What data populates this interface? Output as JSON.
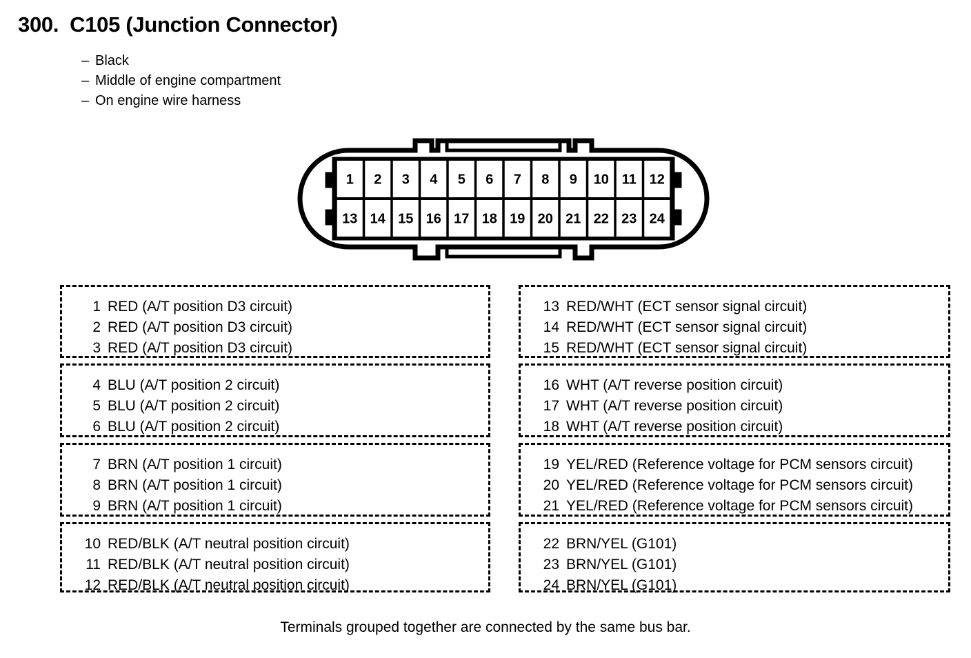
{
  "header": {
    "number": "300.",
    "title": "C105 (Junction Connector)",
    "bullets": [
      "Black",
      "Middle of engine compartment",
      "On engine wire harness"
    ],
    "dash": "–"
  },
  "connector": {
    "name": "24-pin junction connector diagram",
    "rows": [
      [
        "1",
        "2",
        "3",
        "4",
        "5",
        "6",
        "7",
        "8",
        "9",
        "10",
        "11",
        "12"
      ],
      [
        "13",
        "14",
        "15",
        "16",
        "17",
        "18",
        "19",
        "20",
        "21",
        "22",
        "23",
        "24"
      ]
    ]
  },
  "pin_groups": {
    "left": [
      {
        "group_id": "group-1-3",
        "pins": [
          {
            "num": "1",
            "desc": "RED (A/T position D3 circuit)"
          },
          {
            "num": "2",
            "desc": "RED (A/T position D3 circuit)"
          },
          {
            "num": "3",
            "desc": "RED (A/T position D3 circuit)"
          }
        ]
      },
      {
        "group_id": "group-4-6",
        "pins": [
          {
            "num": "4",
            "desc": "BLU (A/T position 2 circuit)"
          },
          {
            "num": "5",
            "desc": "BLU (A/T position 2 circuit)"
          },
          {
            "num": "6",
            "desc": "BLU (A/T position 2 circuit)"
          }
        ]
      },
      {
        "group_id": "group-7-9",
        "pins": [
          {
            "num": "7",
            "desc": "BRN (A/T position 1 circuit)"
          },
          {
            "num": "8",
            "desc": "BRN (A/T position 1 circuit)"
          },
          {
            "num": "9",
            "desc": "BRN (A/T position 1 circuit)"
          }
        ]
      },
      {
        "group_id": "group-10-12",
        "pins": [
          {
            "num": "10",
            "desc": "RED/BLK (A/T neutral position circuit)"
          },
          {
            "num": "11",
            "desc": "RED/BLK (A/T neutral position circuit)"
          },
          {
            "num": "12",
            "desc": "RED/BLK (A/T neutral position circuit)"
          }
        ]
      }
    ],
    "right": [
      {
        "group_id": "group-13-15",
        "pins": [
          {
            "num": "13",
            "desc": "RED/WHT (ECT sensor signal circuit)"
          },
          {
            "num": "14",
            "desc": "RED/WHT (ECT sensor signal circuit)"
          },
          {
            "num": "15",
            "desc": "RED/WHT (ECT sensor signal circuit)"
          }
        ]
      },
      {
        "group_id": "group-16-18",
        "pins": [
          {
            "num": "16",
            "desc": "WHT (A/T reverse position circuit)"
          },
          {
            "num": "17",
            "desc": "WHT (A/T reverse position circuit)"
          },
          {
            "num": "18",
            "desc": "WHT (A/T reverse position circuit)"
          }
        ]
      },
      {
        "group_id": "group-19-21",
        "pins": [
          {
            "num": "19",
            "desc": "YEL/RED (Reference voltage for PCM sensors circuit)"
          },
          {
            "num": "20",
            "desc": "YEL/RED (Reference voltage for PCM sensors circuit)"
          },
          {
            "num": "21",
            "desc": "YEL/RED (Reference voltage for PCM sensors circuit)"
          }
        ]
      },
      {
        "group_id": "group-22-24",
        "pins": [
          {
            "num": "22",
            "desc": "BRN/YEL (G101)"
          },
          {
            "num": "23",
            "desc": "BRN/YEL (G101)"
          },
          {
            "num": "24",
            "desc": "BRN/YEL (G101)"
          }
        ]
      }
    ]
  },
  "footer": {
    "note": "Terminals grouped together are connected by the same bus bar."
  },
  "colors": {
    "ink": "#000000",
    "paper": "#ffffff"
  }
}
